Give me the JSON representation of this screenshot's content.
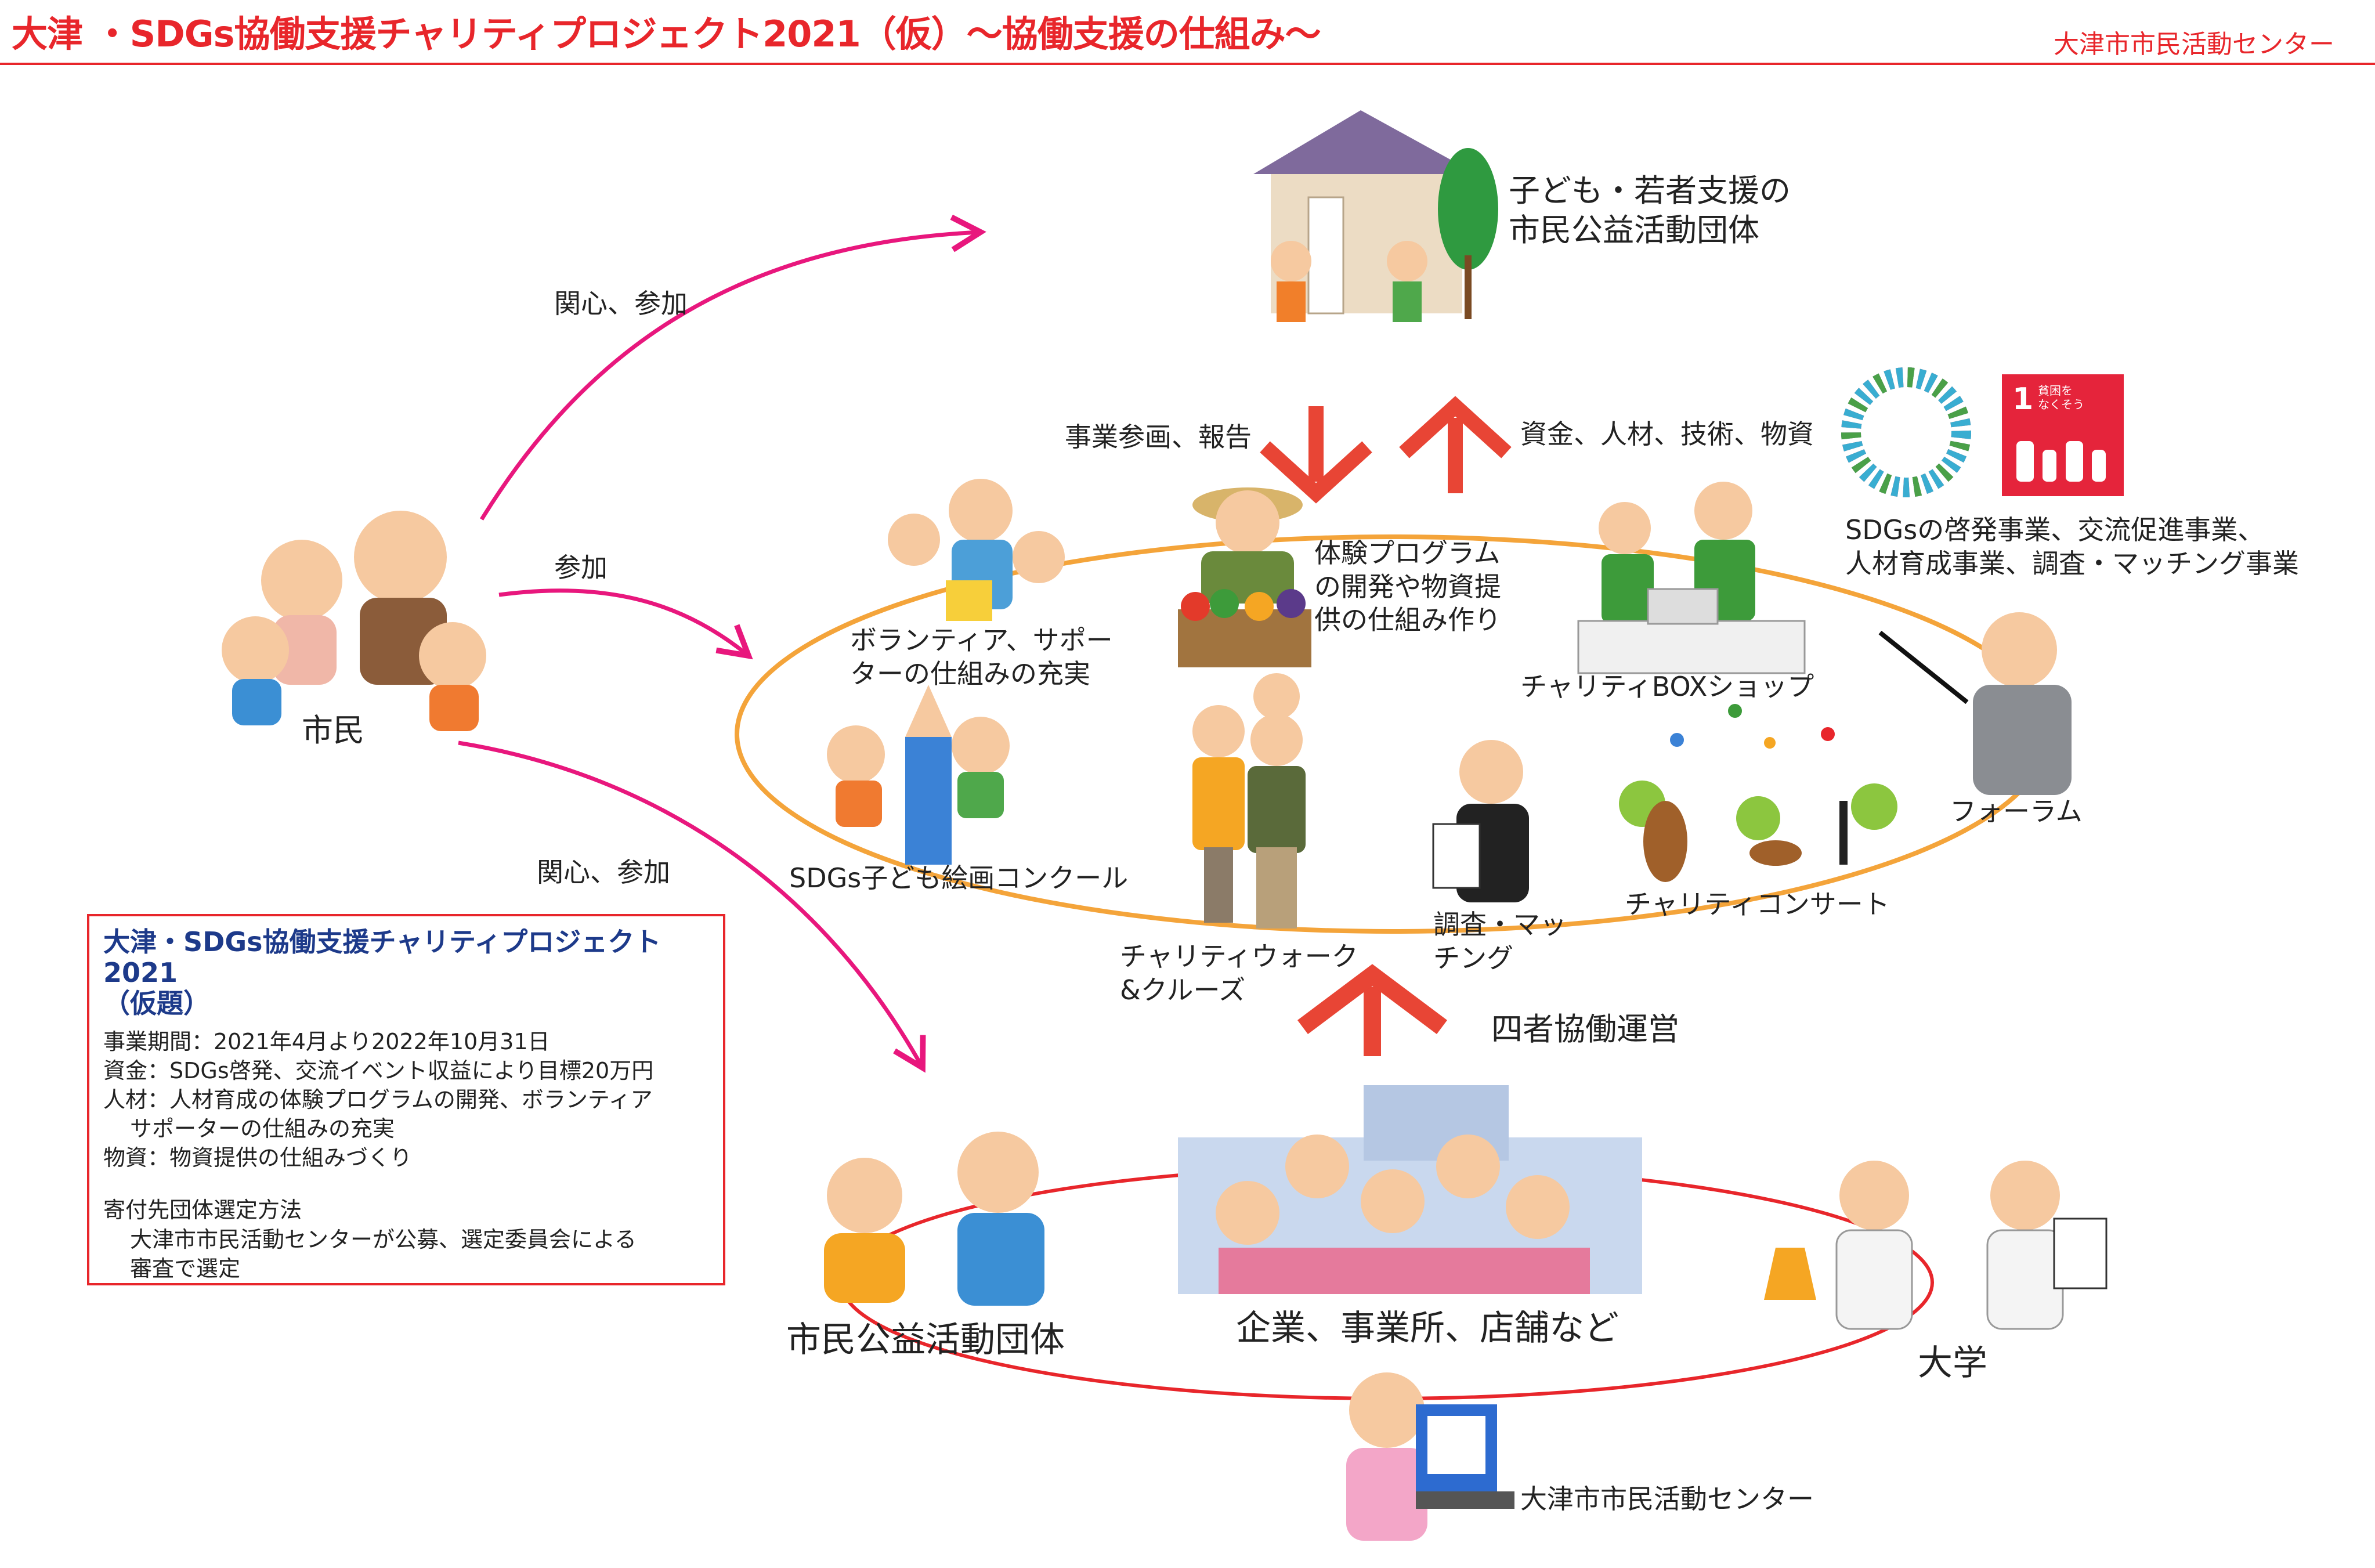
{
  "header": {
    "title": "大津 ・SDGs協働支援チャリティプロジェクト2021（仮）～協働支援の仕組み～",
    "organization": "大津市市民活動センター"
  },
  "nodes": {
    "citizens": "市民",
    "youth_support_org": "子ども・若者支援の\n市民公益活動団体",
    "civic_org": "市民公益活動団体",
    "companies": "企業、事業所、店舗など",
    "university": "大学",
    "activity_center": "大津市市民活動センター"
  },
  "flows": {
    "interest_participation_top": "関心、参加",
    "participation": "参加",
    "interest_participation_bottom": "関心、参加",
    "business_reporting": "事業参画、報告",
    "resources": "資金、人材、技術、物資",
    "four_party": "四者協働運営"
  },
  "activities": {
    "volunteer": "ボランティア、サポー\nターの仕組みの充実",
    "experience_program": "体験プログラム\nの開発や物資提\n供の仕組み作り",
    "charity_box_shop": "チャリティBOXショップ",
    "forum": "フォーラム",
    "drawing_contest": "SDGs子ども絵画コンクール",
    "survey_matching": "調査・マッ\nチング",
    "charity_walk": "チャリティウォーク\n&クルーズ",
    "charity_concert": "チャリティコンサート"
  },
  "sdgs": {
    "goal_number": "1",
    "goal_text": "貧困を\nなくそう",
    "description": "SDGsの啓発事業、交流促進事業、\n人材育成事業、調査・マッチング事業"
  },
  "info_box": {
    "title": "大津・SDGs協働支援チャリティプロジェクト2021\n（仮題）",
    "period": "事業期間：2021年4月より2022年10月31日",
    "funds": "資金：SDGs啓発、交流イベント収益により目標20万円",
    "people_1": "人材：人材育成の体験プログラムの開発、ボランティア",
    "people_2": "サポーターの仕組みの充実",
    "goods": "物資：物資提供の仕組みづくり",
    "selection_heading": "寄付先団体選定方法",
    "selection_1": "大津市市民活動センターが公募、選定委員会による",
    "selection_2": "審査で選定"
  },
  "colors": {
    "title_red": "#e8262b",
    "arrow_magenta": "#e8177d",
    "arrow_red": "#e84535",
    "ellipse_orange": "#f4a43a",
    "ellipse_red": "#e8262b",
    "info_title_blue": "#1d3a8a",
    "sdg1_red": "#e5243b"
  }
}
